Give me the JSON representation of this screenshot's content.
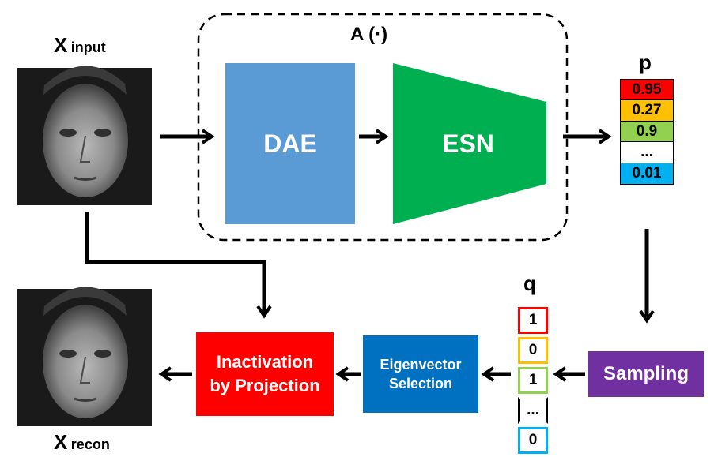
{
  "labels": {
    "x_input_symbol": "X",
    "x_input_sub": "input",
    "x_recon_symbol": "X",
    "x_recon_sub": "recon",
    "a_func": "A (·)",
    "p": "p",
    "q": "q"
  },
  "blocks": {
    "dae": "DAE",
    "esn": "ESN",
    "sampling": "Sampling",
    "eigen_line1": "Eigenvector",
    "eigen_line2": "Selection",
    "inact_line1": "Inactivation",
    "inact_line2": "by Projection"
  },
  "p_vector": [
    {
      "value": "0.95",
      "color": "#ff0000"
    },
    {
      "value": "0.27",
      "color": "#ffc000"
    },
    {
      "value": "0.9",
      "color": "#92d050"
    },
    {
      "value": "...",
      "color": "#ffffff"
    },
    {
      "value": "0.01",
      "color": "#00b0f0"
    }
  ],
  "q_vector": [
    {
      "value": "1",
      "color": "#ff0000"
    },
    {
      "value": "0",
      "color": "#ffc000"
    },
    {
      "value": "1",
      "color": "#92d050"
    },
    {
      "value": "...",
      "color": "#ffffff"
    },
    {
      "value": "0",
      "color": "#00b0f0"
    }
  ],
  "colors": {
    "dae": "#5b9bd5",
    "esn": "#00b050",
    "sampling": "#7030a0",
    "eigen": "#0070c0",
    "inactivation": "#ff0000"
  },
  "icons": {
    "input_image": "face-photo-icon",
    "recon_image": "face-photo-icon"
  }
}
